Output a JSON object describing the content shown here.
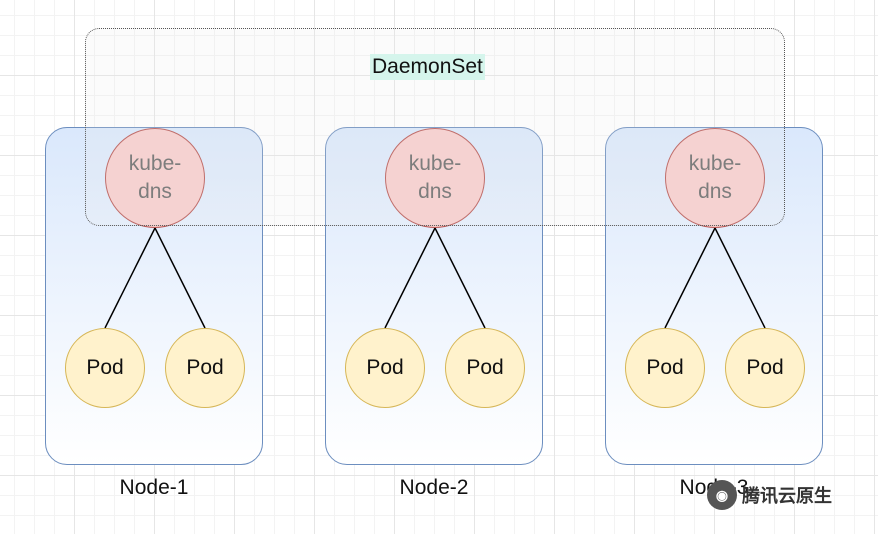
{
  "daemonset_label": "DaemonSet",
  "nodes": [
    {
      "label": "Node-1",
      "daemon_pod": "kube-\ndns",
      "pods": [
        "Pod",
        "Pod"
      ]
    },
    {
      "label": "Node-2",
      "daemon_pod": "kube-\ndns",
      "pods": [
        "Pod",
        "Pod"
      ]
    },
    {
      "label": "Node-3",
      "daemon_pod": "kube-\ndns",
      "pods": [
        "Pod",
        "Pod"
      ]
    }
  ],
  "watermark": {
    "icon": "wechat-icon",
    "text": "腾讯云原生"
  },
  "colors": {
    "node_fill": "#dae8fc",
    "node_border": "#6c8ebf",
    "daemon_fill": "#f8cecc",
    "daemon_border": "#b85450",
    "pod_fill": "#fff2cc",
    "pod_border": "#d6b656",
    "daemonset_label_bg": "#d5f5ec"
  }
}
